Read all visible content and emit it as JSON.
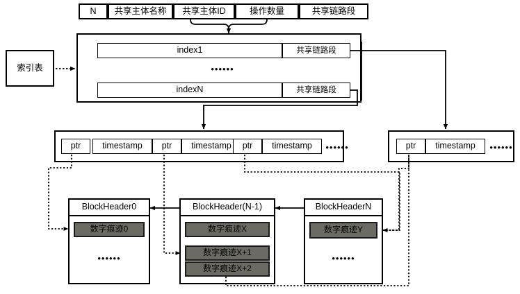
{
  "diagram": {
    "title": "shared-subject index and block trace structure",
    "colors": {
      "stroke": "#000000",
      "trace_fill": "#6b6b63",
      "background": "#ffffff"
    },
    "header_table": {
      "columns": [
        {
          "label": "N"
        },
        {
          "label": "共享主体名称"
        },
        {
          "label": "共享主体ID"
        },
        {
          "label": "操作数量"
        },
        {
          "label": "共享链路段"
        }
      ],
      "brace_note": "brace spans 共享主体ID and 操作数量 pointing down"
    },
    "index_table": {
      "source_label": "索引表",
      "rows": [
        {
          "name": "index1",
          "link_label": "共享链路段"
        },
        {
          "name": "indexN",
          "link_label": "共享链路段"
        }
      ],
      "ellipsis": "••••••"
    },
    "pointer_rows": [
      {
        "name": "left-pointer-row",
        "cells": [
          {
            "ptr": "ptr",
            "timestamp": "timestamp"
          },
          {
            "ptr": "ptr",
            "timestamp": "timestamp"
          },
          {
            "ptr": "ptr",
            "timestamp": "timestamp"
          }
        ],
        "ellipsis": "••••••"
      },
      {
        "name": "right-pointer-row",
        "cells": [
          {
            "ptr": "ptr",
            "timestamp": "timestamp"
          }
        ],
        "ellipsis": "••••••"
      }
    ],
    "blocks": [
      {
        "header": "BlockHeader0",
        "traces": [
          "数字痕迹0"
        ],
        "ellipsis": "••••••"
      },
      {
        "header": "BlockHeader(N-1)",
        "traces": [
          "数字痕迹X",
          "数字痕迹X+1",
          "数字痕迹X+2"
        ],
        "ellipsis": ""
      },
      {
        "header": "BlockHeaderN",
        "traces": [
          "数字痕迹Y"
        ],
        "ellipsis": "••••••"
      }
    ]
  }
}
